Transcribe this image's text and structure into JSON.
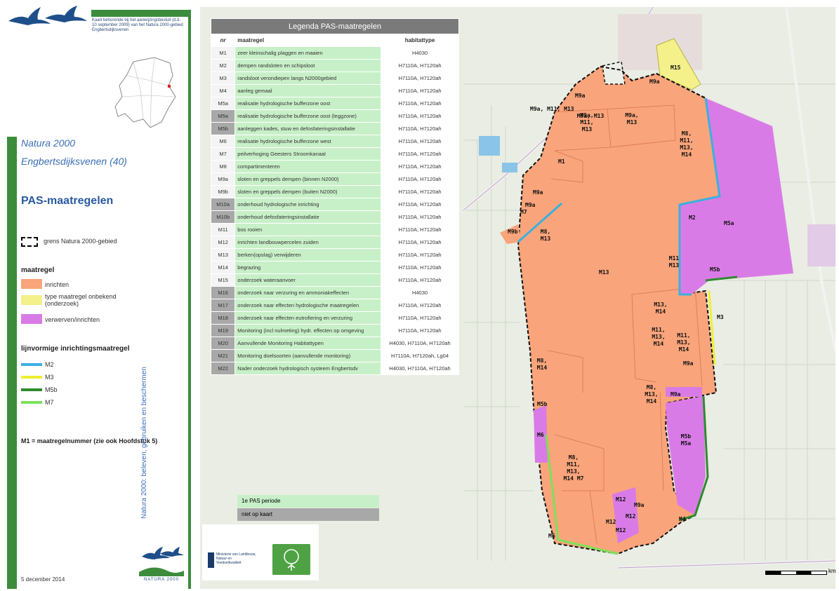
{
  "left_panel": {
    "kaart_note": "Kaart behorende bij het aanwijzingsbesluit (d.d. 10 september 2009) van het Natura 2000-gebied Engbertsdijksvenen",
    "n2000_title": "Natura 2000",
    "n2000_subtitle": "Engbertsdijksvenen (40)",
    "pas_title": "PAS-maatregelen",
    "grens_label": "grens Natura 2000-gebied",
    "maatregel_heading": "maatregel",
    "area_legend": [
      {
        "label": "inrichten",
        "color": "#f9a47a"
      },
      {
        "label": "type maatregel onbekend (onderzoek)",
        "color": "#f4f08a"
      },
      {
        "label": "verwerven/inrichten",
        "color": "#d97be6"
      }
    ],
    "line_heading": "lijnvormige inrichtingsmaatregel",
    "line_legend": [
      {
        "label": "M2",
        "color": "#3ab0e0"
      },
      {
        "label": "M3",
        "color": "#f0f030"
      },
      {
        "label": "M5b",
        "color": "#2e8b2e"
      },
      {
        "label": "M7",
        "color": "#7ee05a"
      }
    ],
    "m1_note": "M1 = maatregelnummer (zie ook Hoofdstuk 5)",
    "vertical_text": "Natura 2000: beleven, gebruiken en beschermen",
    "date": "5 december 2014",
    "logo_text": "NATURA 2000"
  },
  "legend_table": {
    "title": "Legenda PAS-maatregelen",
    "col_nr": "nr",
    "col_maatregel": "maatregel",
    "col_habitattype": "habitattype",
    "rows": [
      {
        "nr": "M1",
        "maatregel": "zeer kleinschalig plaggen en maaien",
        "hab": "H4030",
        "grey": false
      },
      {
        "nr": "M2",
        "maatregel": "dempen randsloten en schipsloot",
        "hab": "H7110A, H7120ah",
        "grey": false
      },
      {
        "nr": "M3",
        "maatregel": "randsloot verondiepen langs N2000gebied",
        "hab": "H7110A, H7120ah",
        "grey": false
      },
      {
        "nr": "M4",
        "maatregel": "aanleg gemaal",
        "hab": "H7110A, H7120ah",
        "grey": false
      },
      {
        "nr": "M5a",
        "maatregel": "realisatie hydrologische bufferzone oost",
        "hab": "H7110A, H7120ah",
        "grey": false
      },
      {
        "nr": "M5a",
        "maatregel": "realisatie hydrologische bufferzone oost (leggzone)",
        "hab": "H7110A, H7120ah",
        "grey": true
      },
      {
        "nr": "M5b",
        "maatregel": "aanleggen kades, stuw en defosfateringsinstallatie",
        "hab": "H7110A, H7120ah",
        "grey": true
      },
      {
        "nr": "M6",
        "maatregel": "realisatie hydrologische bufferzone west",
        "hab": "H7110A, H7120ah",
        "grey": false
      },
      {
        "nr": "M7",
        "maatregel": "peilverhoging Geesters Stroomkanaal",
        "hab": "H7110A, H7120ah",
        "grey": false
      },
      {
        "nr": "M8",
        "maatregel": "compartimenteren",
        "hab": "H7110A, H7120ah",
        "grey": false
      },
      {
        "nr": "M9a",
        "maatregel": "sloten en greppels dempen (binnen N2000)",
        "hab": "H7110A, H7120ah",
        "grey": false
      },
      {
        "nr": "M9b",
        "maatregel": "sloten en greppels dempen (buiten N2000)",
        "hab": "H7110A, H7120ah",
        "grey": false
      },
      {
        "nr": "M10a",
        "maatregel": "onderhoud hydrologische inrichting",
        "hab": "H7110A, H7120ah",
        "grey": true
      },
      {
        "nr": "M10b",
        "maatregel": "onderhoud defosfateringsinstallatie",
        "hab": "H7110A, H7120ah",
        "grey": true
      },
      {
        "nr": "M11",
        "maatregel": "bos rooien",
        "hab": "H7110A, H7120ah",
        "grey": false
      },
      {
        "nr": "M12",
        "maatregel": "inrichten landbouwpercelen zuiden",
        "hab": "H7110A, H7120ah",
        "grey": false
      },
      {
        "nr": "M13",
        "maatregel": "berken(opslag) verwijderen",
        "hab": "H7110A, H7120ah",
        "grey": false
      },
      {
        "nr": "M14",
        "maatregel": "begrazing",
        "hab": "H7110A, H7120ah",
        "grey": false
      },
      {
        "nr": "M15",
        "maatregel": "onderzoek wateraanvoer",
        "hab": "H7110A, H7120ah",
        "grey": false
      },
      {
        "nr": "M16",
        "maatregel": "onderzoek naar verzuring en ammoniakeffecten",
        "hab": "H4030",
        "grey": true
      },
      {
        "nr": "M17",
        "maatregel": "onderzoek naar effecten hydrologische maatregelen",
        "hab": "H7110A, H7120ah",
        "grey": true
      },
      {
        "nr": "M18",
        "maatregel": "onderzoek naar effecten eutrofiering en verzuring",
        "hab": "H7110A, H7120ah",
        "grey": true
      },
      {
        "nr": "M19",
        "maatregel": "Monitoring (incl nulmeting) hydr. effecten op omgeving",
        "hab": "H7110A, H7120ah",
        "grey": true
      },
      {
        "nr": "M20",
        "maatregel": "Aanvullende Monitoring Habitattypen",
        "hab": "H4030, H7110A, H7120ah",
        "grey": true
      },
      {
        "nr": "M21",
        "maatregel": "Monitoring doelsoorten (aanvullende monitoring)",
        "hab": "H7110A, H7120ah, Lg04",
        "grey": true
      },
      {
        "nr": "M22",
        "maatregel": "Nader onderzoek hydrologisch systeem Engbertsdv",
        "hab": "H4030, H7110A, H7120ah",
        "grey": true
      }
    ],
    "key_green": "1e PAS periode",
    "key_grey": "niet op kaart"
  },
  "rijks_logo_text": "Ministerie van Landbouw, Natuur en Voedselkwaliteit",
  "map_labels": {
    "m15": "M15",
    "m9a_top": "M9a",
    "m9a_a": "M9a",
    "m9a_b": "M9a, M11, M13",
    "m9a_c": "M9a, M13",
    "m8_ne": "M8, M11, M13, M14",
    "m1": "M1",
    "m9a_w": "M9a",
    "m7": "M7",
    "m9a_w2": "M9a",
    "m9b": "M9b",
    "m8_m13": "M8, M13",
    "m2": "M2",
    "m5a": "M5a",
    "m5b": "M5b",
    "m11_m13": "M11 M13",
    "m13": "M13",
    "m3": "M3",
    "m13_m14": "M13, M14",
    "m11a": "M11, M13, M14",
    "m11b": "M11, M13, M14",
    "m9a_e": "M9a",
    "m8_m14": "M8, M14",
    "m8_m13_m14": "M8, M13, M14",
    "m9a_f": "M9a",
    "m5b_s": "M5b",
    "m5b_m5a": "M5b M5a",
    "m6": "M6",
    "m8_south": "M8, M11, M13, M14 M7",
    "m12a": "M12",
    "m9a_s": "M9a",
    "m12b": "M12",
    "m12c": "M12",
    "m12d": "M12",
    "m4": "M4",
    "m6s": "M6"
  },
  "scale_unit": "km"
}
